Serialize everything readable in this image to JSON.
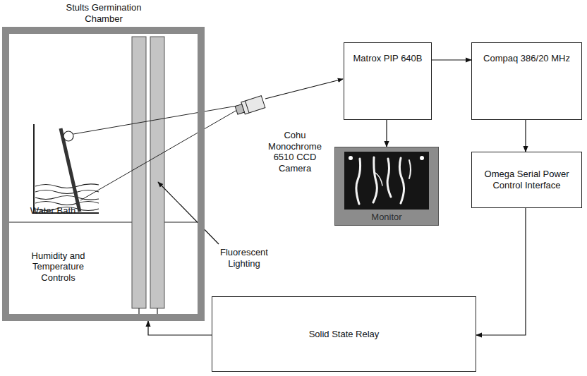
{
  "diagram": {
    "nodes": [
      {
        "text": [
          "Stults Germination Chamber"
        ]
      },
      {
        "text": [
          "Water Bath"
        ],
        "in": 0
      },
      {
        "text": [
          "Humidity and Temperature Controls"
        ],
        "in": 0
      },
      {
        "text": [
          "Matrox PIP 640B"
        ]
      },
      {
        "text": [
          "Monitor"
        ]
      },
      {
        "text": [
          "Compaq 386/20 MHz"
        ]
      },
      {
        "text": [
          "Omega Serial Power Control Interface"
        ]
      },
      {
        "text": [
          "Solid State Relay"
        ]
      }
    ],
    "edges": [
      {
        "from": 3,
        "to": 5,
        "arrow": "to"
      },
      {
        "from": 3,
        "to": 4,
        "arrow": "to"
      },
      {
        "from": 5,
        "to": 6,
        "arrow": "to"
      },
      {
        "from": 6,
        "to": 7,
        "arrow": "to"
      },
      {
        "from": 7,
        "to": 0,
        "arrow": "to"
      }
    ],
    "labels": [
      "Cohu Monochrome 6510 CCD Camera",
      "Fluorescent Lighting"
    ]
  }
}
